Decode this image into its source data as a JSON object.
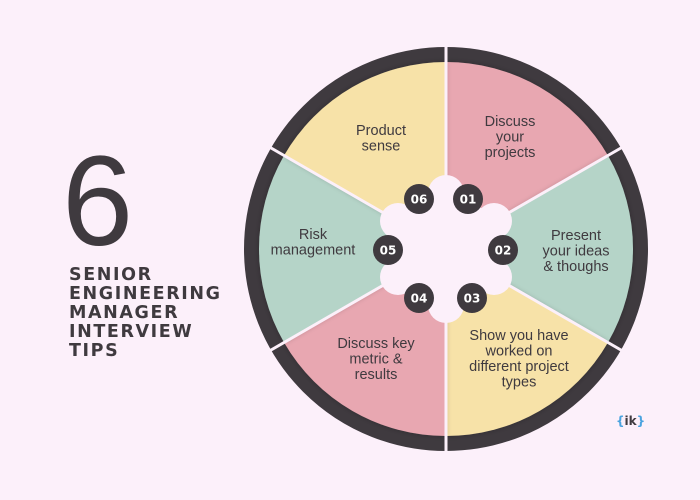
{
  "title": {
    "number": "6",
    "lines": [
      "SENIOR",
      "ENGINEERING",
      "MANAGER",
      "INTERVIEW",
      "TIPS"
    ]
  },
  "colors": {
    "background": "#fcf0fa",
    "ring": "#3f3a3f",
    "yellow": "#f7e2a8",
    "pink": "#e8a7b1",
    "green": "#b5d4c8",
    "text": "#3f3a3f",
    "logo_brace": "#4aa3df"
  },
  "wheel": {
    "segments": [
      {
        "number": "01",
        "color": "pink",
        "label": [
          "Discuss",
          "your",
          "projects"
        ]
      },
      {
        "number": "02",
        "color": "green",
        "label": [
          "Present",
          "your ideas",
          "& thoughs"
        ]
      },
      {
        "number": "03",
        "color": "yellow",
        "label": [
          "Show you have",
          "worked on",
          "different project",
          "types"
        ]
      },
      {
        "number": "04",
        "color": "pink",
        "label": [
          "Discuss key",
          "metric &",
          "results"
        ]
      },
      {
        "number": "05",
        "color": "green",
        "label": [
          "Risk",
          "management"
        ]
      },
      {
        "number": "06",
        "color": "yellow",
        "label": [
          "Product",
          "sense"
        ]
      }
    ]
  },
  "logo": {
    "open": "{",
    "text": "ik",
    "close": "}"
  }
}
